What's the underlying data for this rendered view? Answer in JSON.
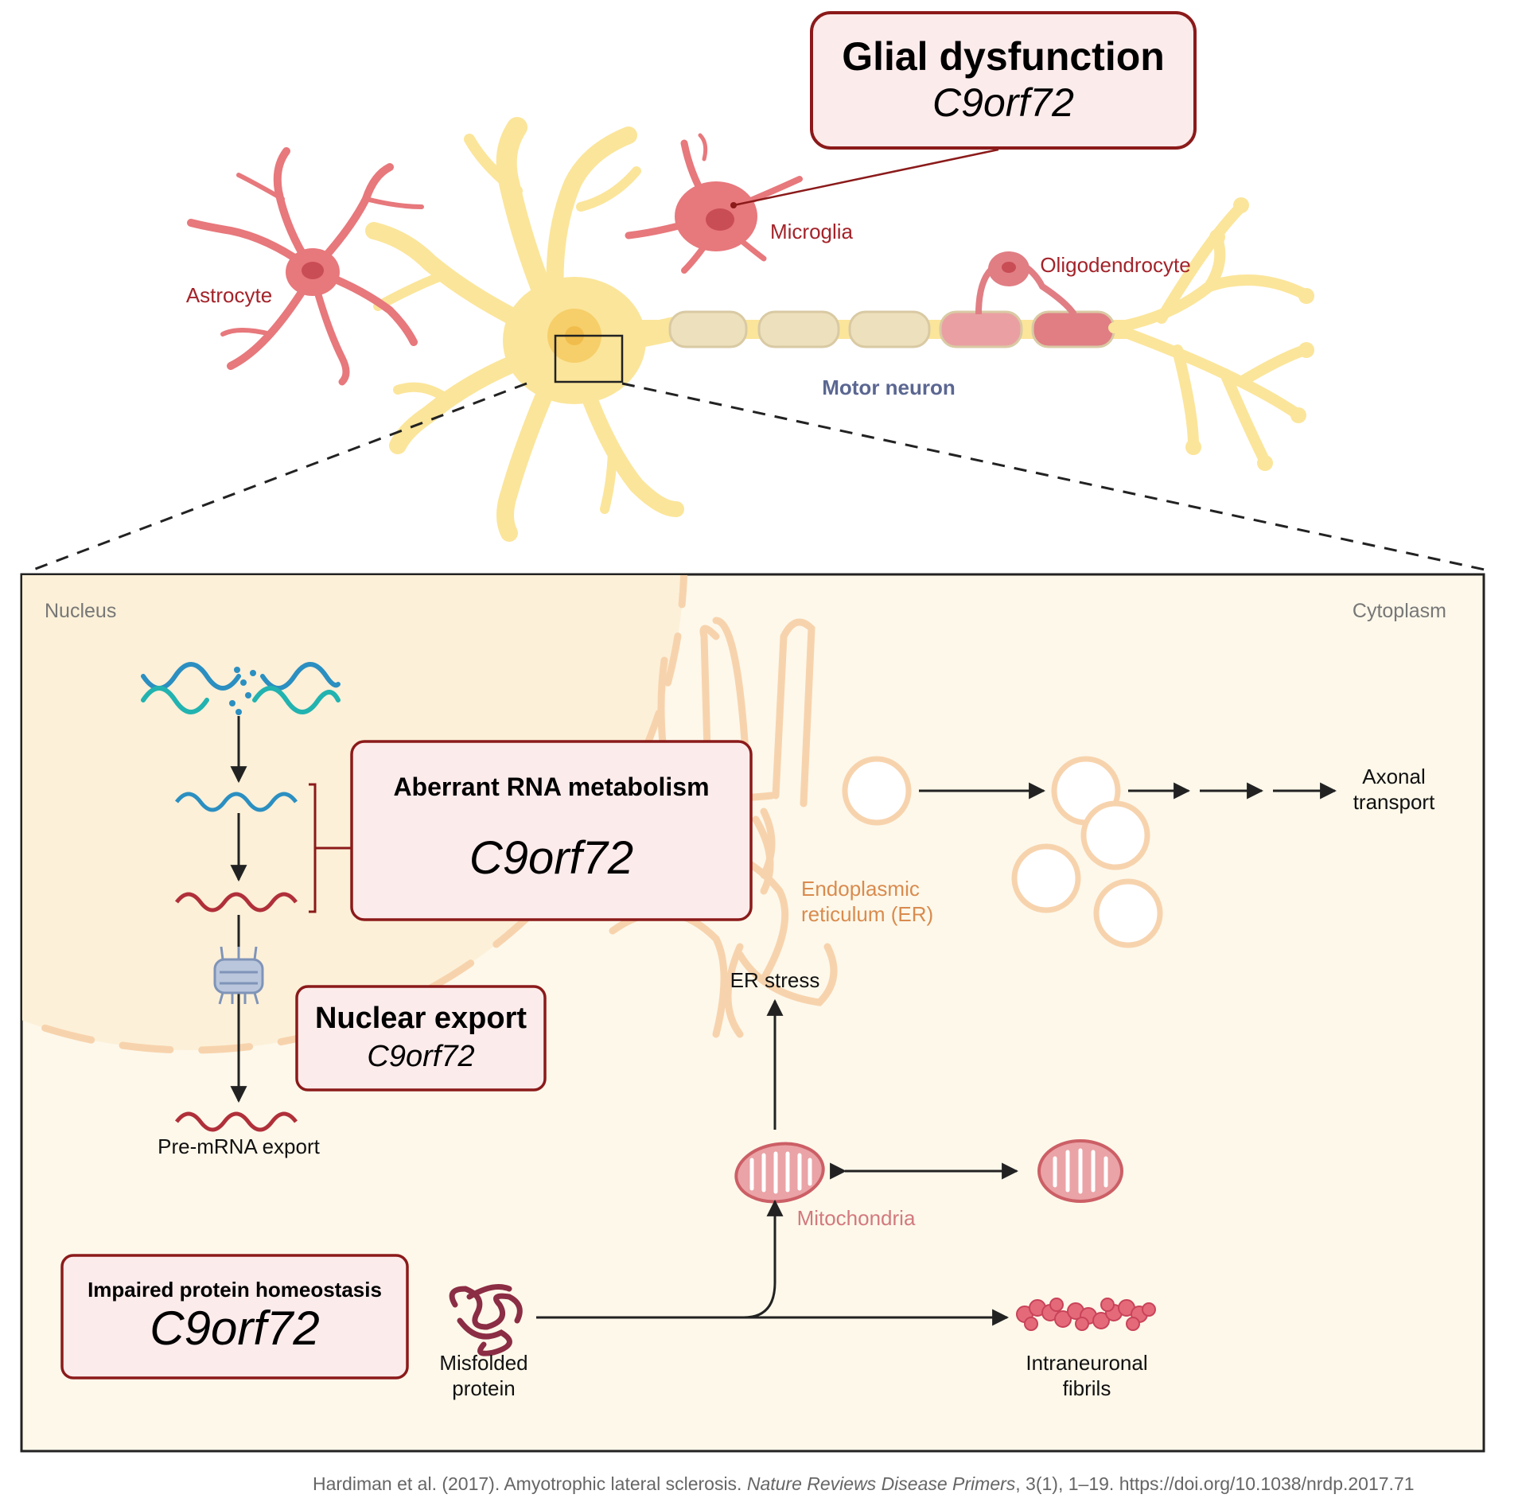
{
  "boxes": {
    "glial": {
      "title": "Glial dysfunction",
      "gene": "C9orf72"
    },
    "rna": {
      "title": "Aberrant RNA metabolism",
      "gene": "C9orf72"
    },
    "export": {
      "title": "Nuclear export",
      "gene": "C9orf72"
    },
    "protein": {
      "title": "Impaired protein homeostasis",
      "gene": "C9orf72"
    }
  },
  "cells": {
    "astrocyte": "Astrocyte",
    "microglia": "Microglia",
    "oligodendrocyte": "Oligodendrocyte",
    "motor_neuron": "Motor neuron"
  },
  "regions": {
    "nucleus": "Nucleus",
    "cytoplasm": "Cytoplasm"
  },
  "labels": {
    "pre_mrna": "Pre-mRNA export",
    "er_line1": "Endoplasmic",
    "er_line2": "reticulum (ER)",
    "er_stress": "ER stress",
    "axonal_line1": "Axonal",
    "axonal_line2": "transport",
    "mitochondria": "Mitochondria",
    "misfolded_line1": "Misfolded",
    "misfolded_line2": "protein",
    "fibrils_line1": "Intraneuronal",
    "fibrils_line2": "fibrils"
  },
  "citation": {
    "authors": "Hardiman et al. (2017). Amyotrophic lateral sclerosis. ",
    "journal": "Nature Reviews Disease Primers",
    "rest": ", 3(1), 1–19. https://doi.org/10.1038/nrdp.2017.71"
  },
  "colors": {
    "box_border": "#8b1a1a",
    "box_fill": "#fcebeb",
    "neuron": "#fbe59a",
    "glia": "#e7787c",
    "panel_bg": "#fdf8ea",
    "er": "#f7d3ad",
    "label_red": "#a3232a",
    "label_blue": "#5b6791",
    "label_orange": "#d98b4e",
    "label_mito": "#d2797e"
  }
}
